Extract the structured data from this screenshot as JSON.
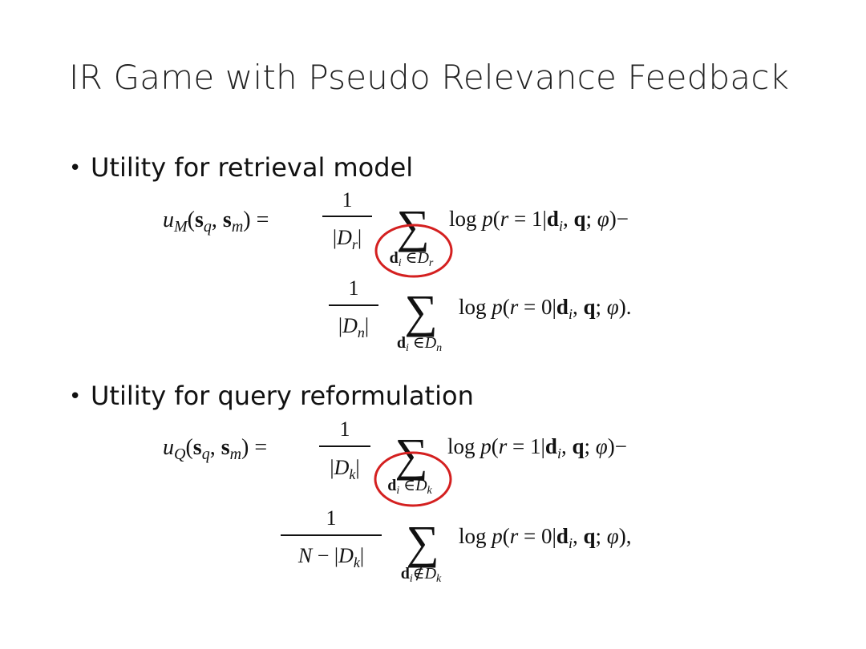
{
  "slide": {
    "title": "IR Game with Pseudo Relevance Feedback",
    "bullets": [
      {
        "text": "Utility for retrieval model"
      },
      {
        "text": "Utility for query reformulation"
      }
    ]
  },
  "equations": {
    "model": {
      "lhs": "u_M(s_q, s_m) =",
      "term1": {
        "num": "1",
        "den": "|D_r|",
        "sum_sub": "d_i ∈ D_r",
        "body": "log p(r = 1|d_i, q; φ)−"
      },
      "term2": {
        "num": "1",
        "den": "|D_n|",
        "sum_sub": "d_i ∈ D_n",
        "body": "log p(r = 0|d_i, q; φ)."
      }
    },
    "query": {
      "lhs": "u_Q(s_q, s_m) =",
      "term1": {
        "num": "1",
        "den": "|D_k|",
        "sum_sub": "d_i ∈ D_k",
        "body": "log p(r = 1|d_i, q; φ)−"
      },
      "term2": {
        "num": "1",
        "den": "N − |D_k|",
        "sum_sub": "d_i ∉ D_k",
        "body": "log p(r = 0|d_i, q; φ),"
      }
    }
  },
  "highlight_color": "#d42020"
}
